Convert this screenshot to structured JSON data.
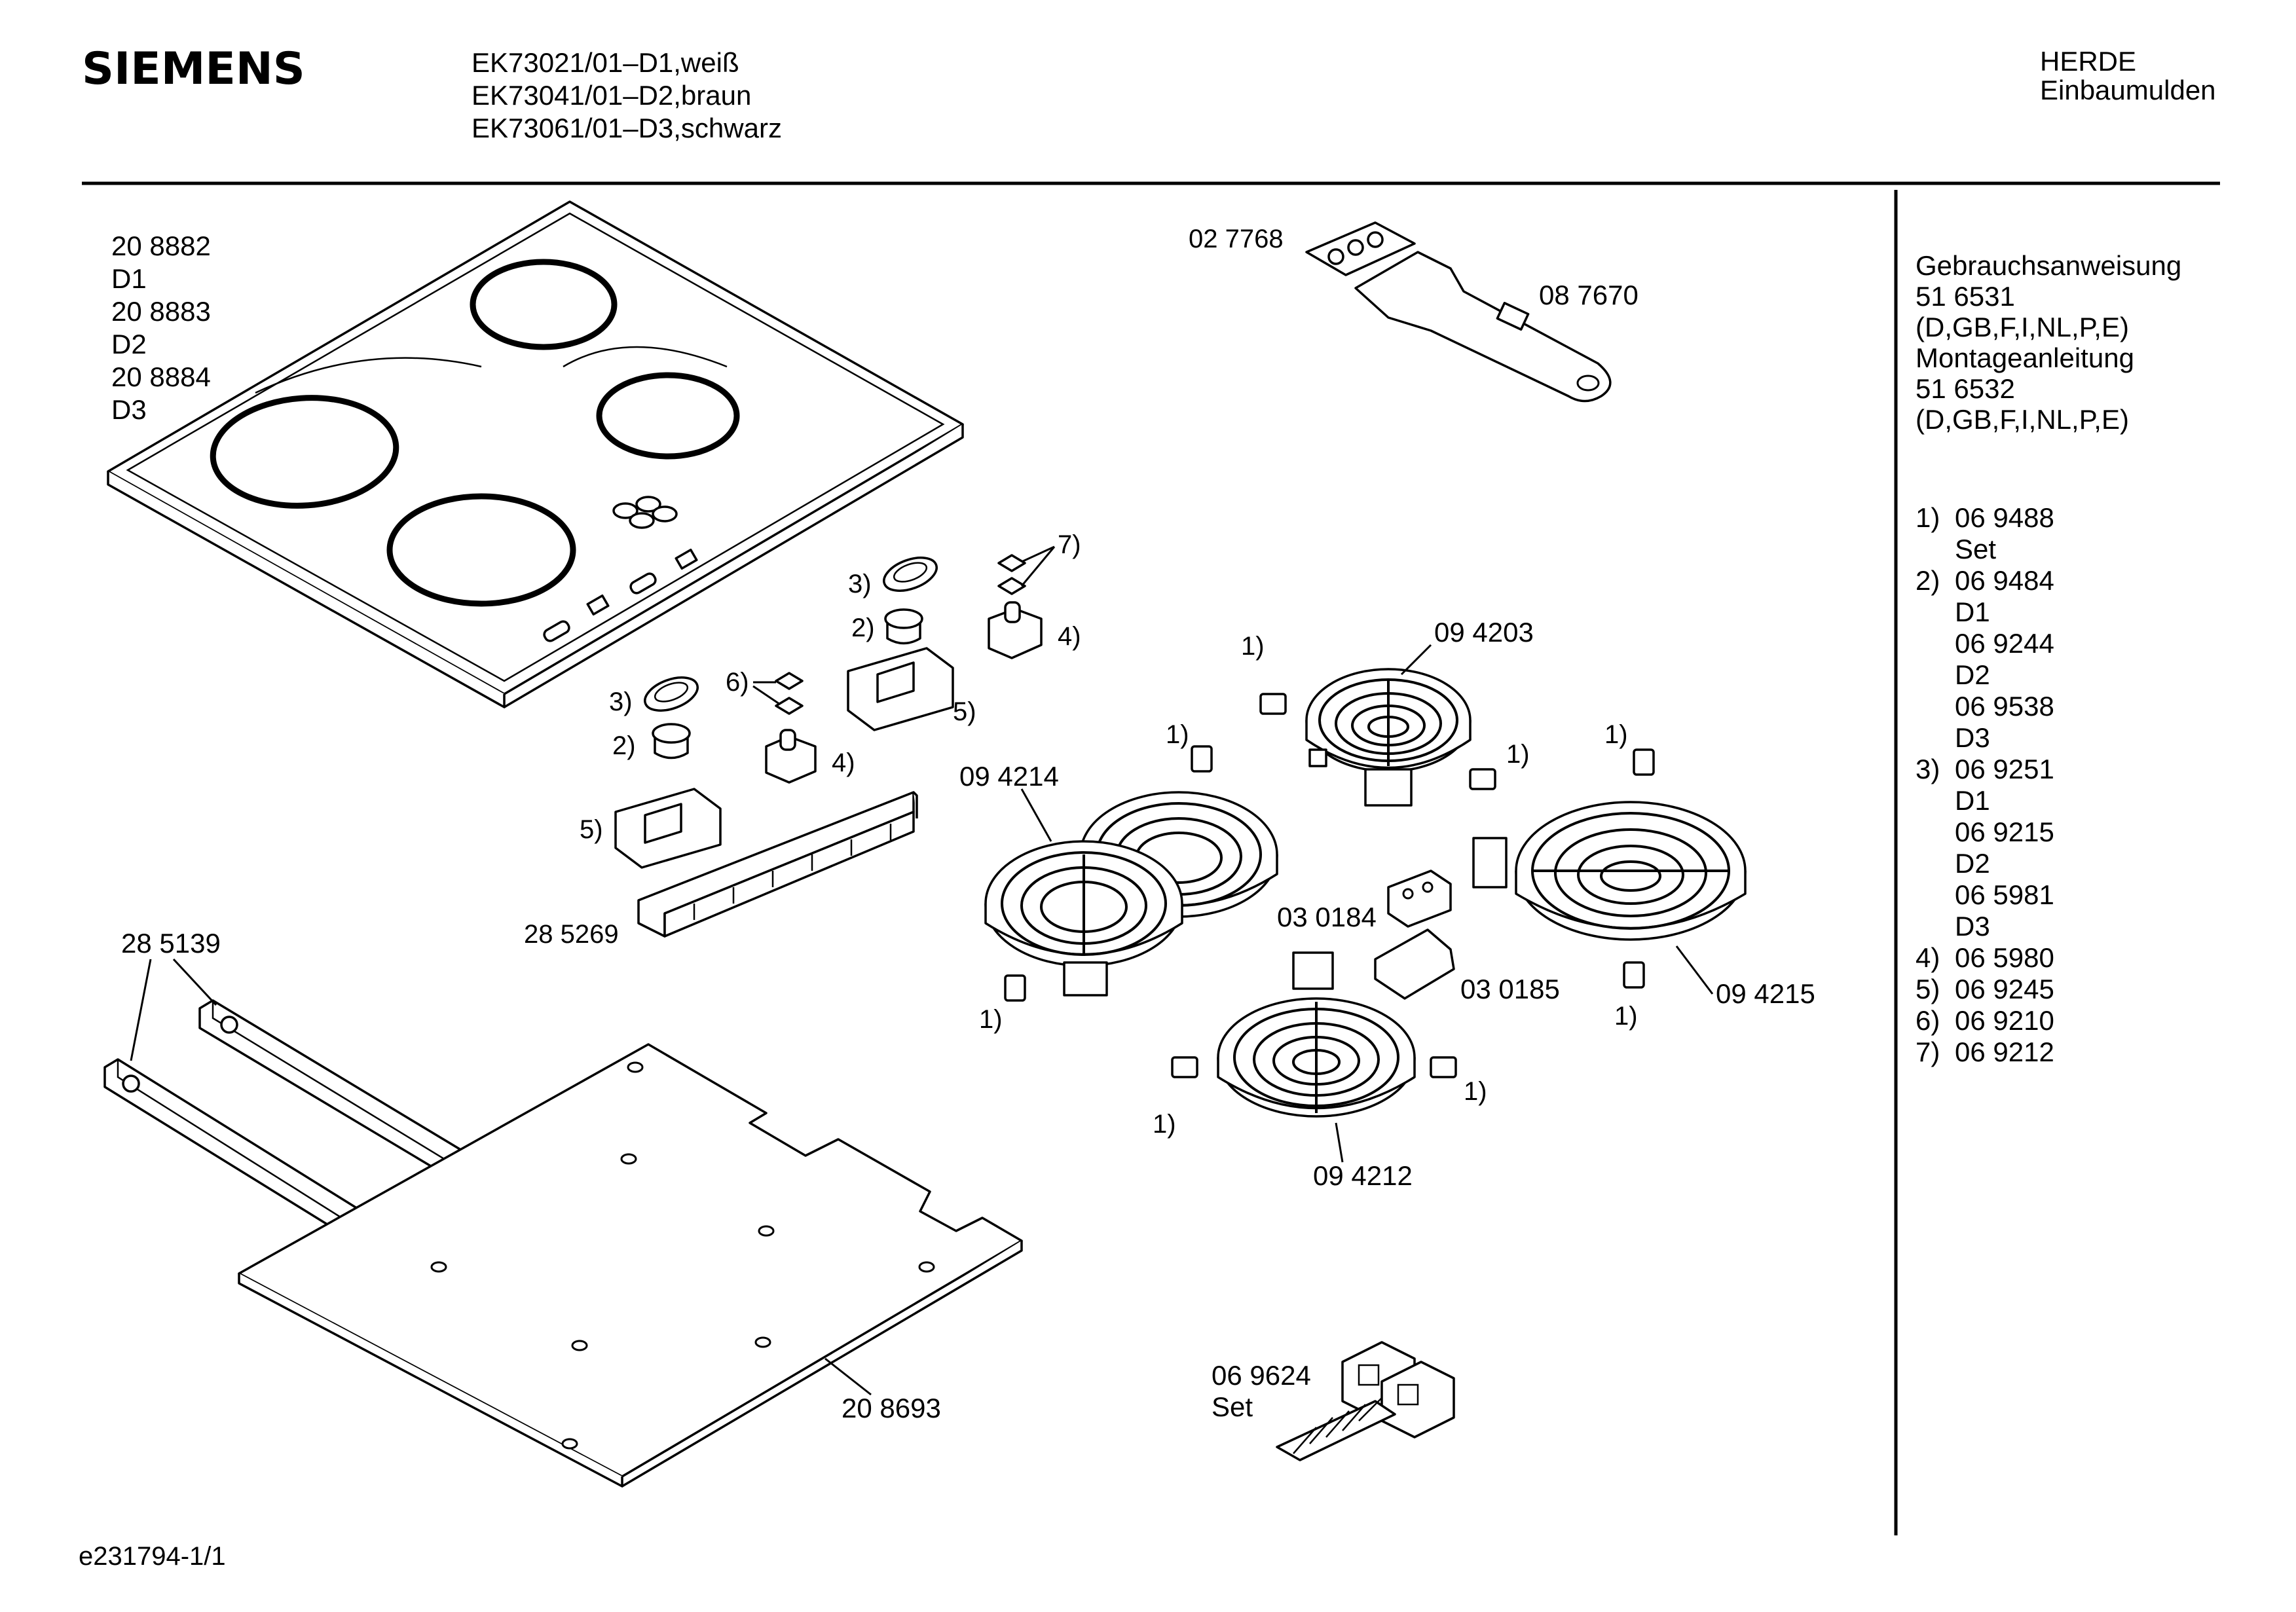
{
  "header": {
    "brand": "SIEMENS",
    "models": [
      "EK73021/01–D1,weiß",
      "EK73041/01–D2,braun",
      "EK73061/01–D3,schwarz"
    ],
    "category": [
      "HERDE",
      "Einbaumulden"
    ]
  },
  "footer": {
    "drawing_id": "e231794-1/1"
  },
  "sidebar": {
    "docs": [
      "Gebrauchsanweisung",
      "51 6531",
      "(D,GB,F,I,NL,P,E)",
      "Montageanleitung",
      "51 6532",
      "(D,GB,F,I,NL,P,E)"
    ],
    "parts": [
      {
        "ref": "1)",
        "lines": [
          "06 9488",
          "Set"
        ]
      },
      {
        "ref": "2)",
        "lines": [
          "06 9484",
          "D1",
          "06 9244",
          "D2",
          "06 9538",
          "D3"
        ]
      },
      {
        "ref": "3)",
        "lines": [
          "06 9251",
          "D1",
          "06 9215",
          "D2",
          "06 5981",
          "D3"
        ]
      },
      {
        "ref": "4)",
        "lines": [
          "06 5980"
        ]
      },
      {
        "ref": "5)",
        "lines": [
          "06 9245"
        ]
      },
      {
        "ref": "6)",
        "lines": [
          "06 9210"
        ]
      },
      {
        "ref": "7)",
        "lines": [
          "06 9212"
        ]
      }
    ]
  },
  "labels": {
    "hob": [
      "20 8882",
      "D1",
      "20 8883",
      "D2",
      "20 8884",
      "D3"
    ],
    "tool_plate": "02 7768",
    "tool": "08 7670",
    "ref1": "1)",
    "ref2": "2)",
    "ref3": "3)",
    "ref4": "4)",
    "ref5": "5)",
    "ref6": "6)",
    "ref7": "7)",
    "zone_top": "09 4203",
    "zone_oval": "09 4214",
    "zone_right": "09 4215",
    "zone_bottom": "09 4212",
    "switch_a": "03 0184",
    "switch_b": "03 0185",
    "rail": "28 5269",
    "brackets": "28 5139",
    "base_plate": "20 8693",
    "terminal_set": [
      "06 9624",
      "Set"
    ]
  }
}
